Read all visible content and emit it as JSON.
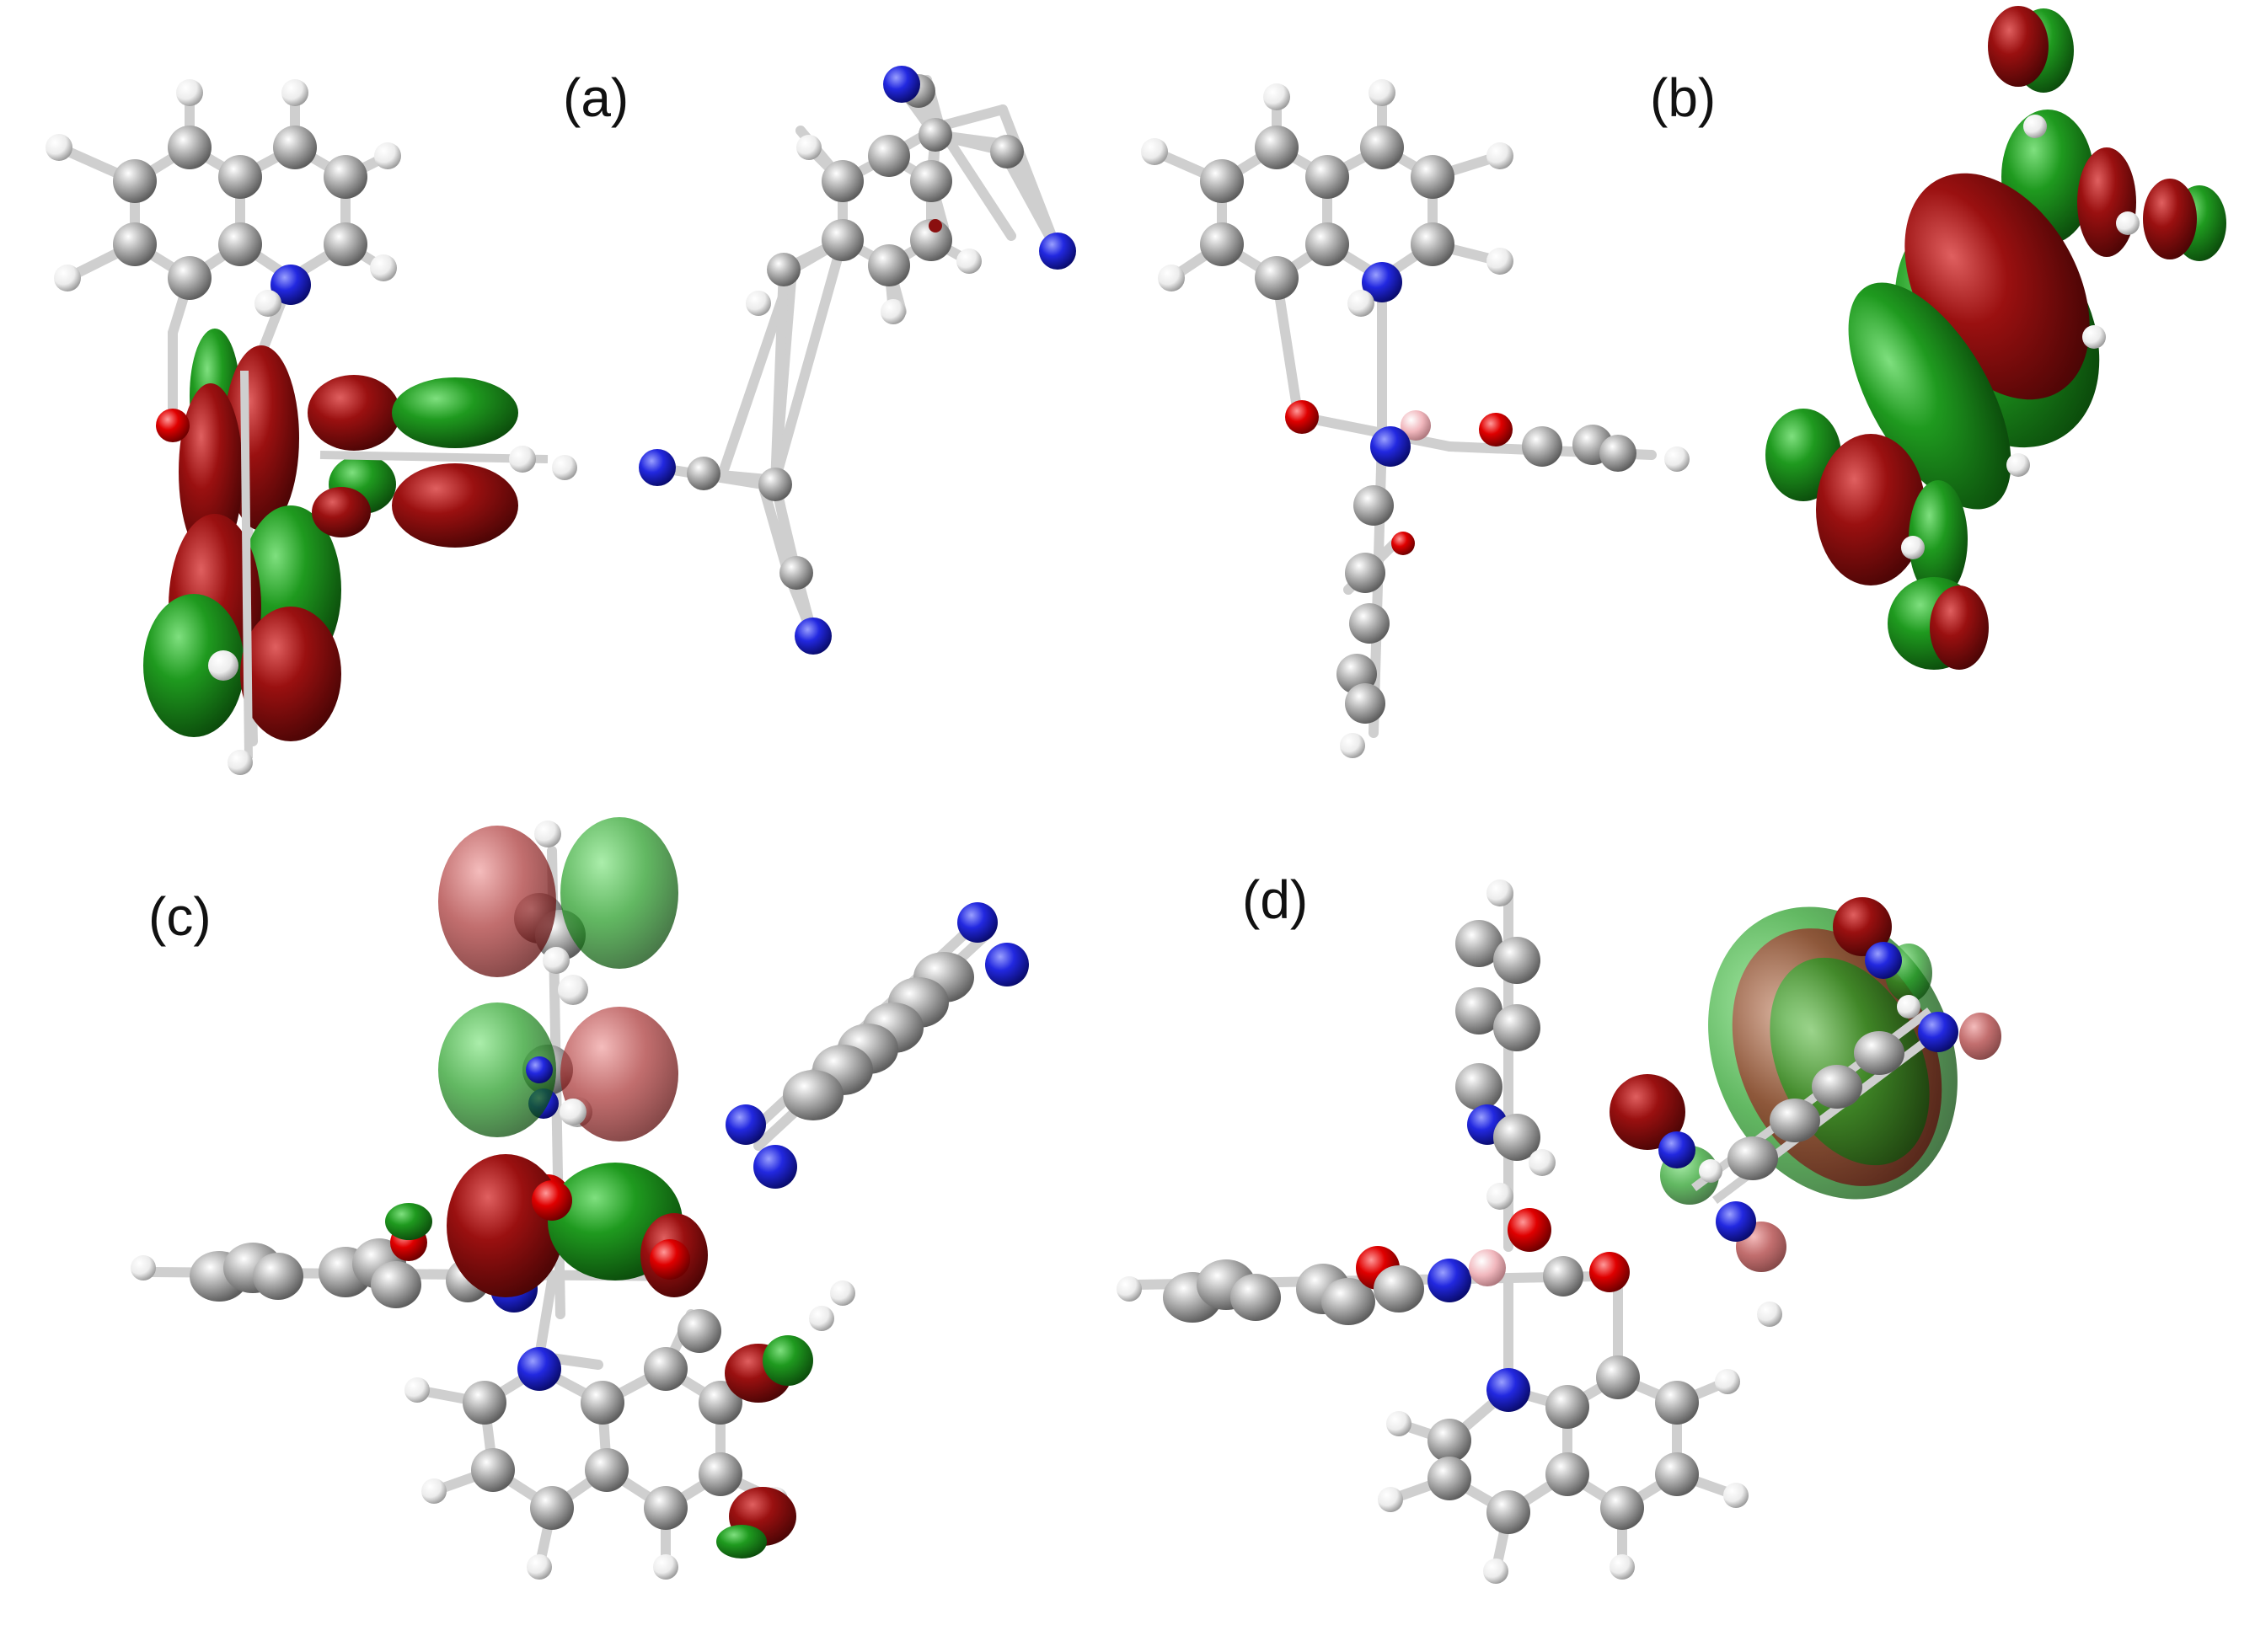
{
  "panels": [
    {
      "label": "(a)"
    },
    {
      "label": "(b)"
    },
    {
      "label": "(c)"
    },
    {
      "label": "(d)"
    }
  ],
  "colors": {
    "carbon": "#9a9a9a",
    "hydrogen": "#f2f2f2",
    "nitrogen": "#1f25d6",
    "oxygen": "#e00000",
    "boron": "#f1b7bd",
    "lobe_positive": "#1e7a1e",
    "lobe_negative": "#8a0f0f",
    "bond": "#c8c8c8"
  }
}
